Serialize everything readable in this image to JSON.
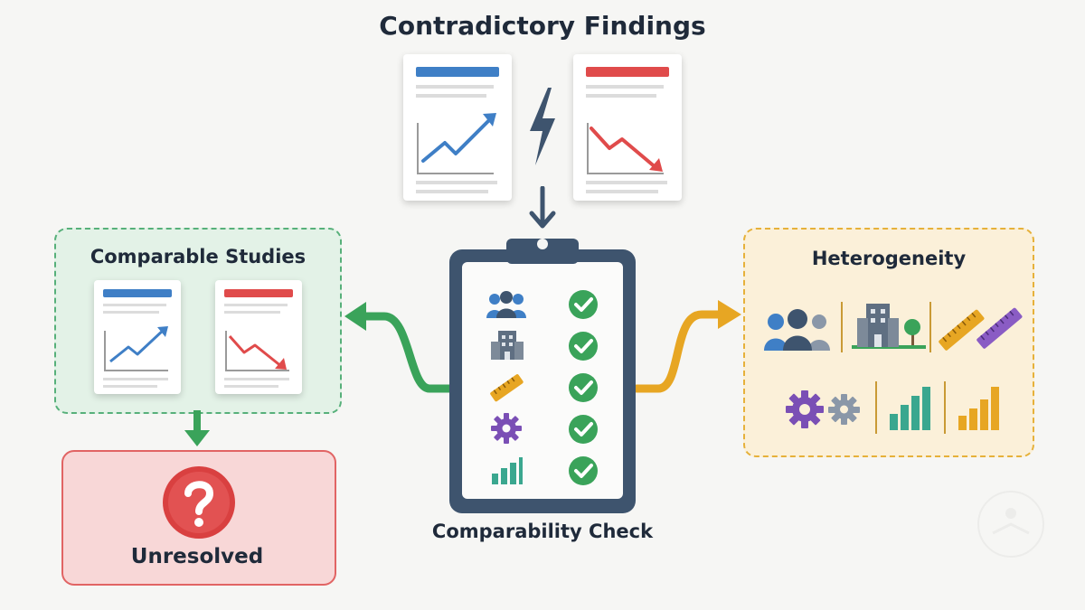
{
  "title": "Contradictory Findings",
  "comparable": {
    "label": "Comparable Studies"
  },
  "heterogeneity": {
    "label": "Heterogeneity"
  },
  "clipboard": {
    "label": "Comparability Check",
    "rows": [
      "people-icon",
      "building-icon",
      "ruler-icon",
      "gear-icon",
      "bar-chart-icon"
    ]
  },
  "unresolved": {
    "label": "Unresolved"
  },
  "colors": {
    "blue": "#3f7fc6",
    "red": "#e04b4b",
    "green": "#3aa35a",
    "teal": "#3aa78f",
    "orange": "#e7a623",
    "purple": "#7a4fb5",
    "navy": "#3e546e",
    "dark": "#1f2a3a"
  }
}
